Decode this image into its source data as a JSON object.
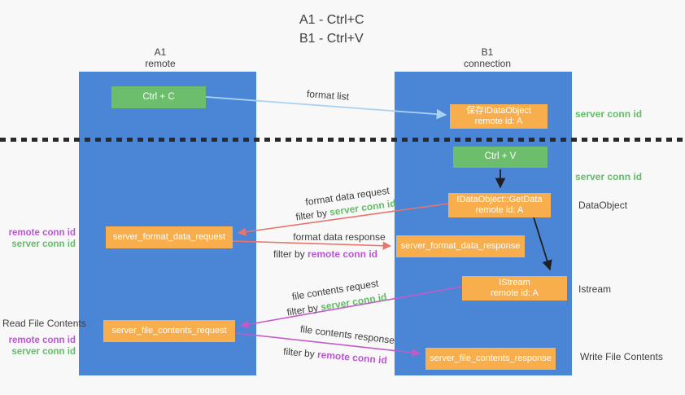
{
  "title": {
    "line1": "A1 - Ctrl+C",
    "line2": "B1 - Ctrl+V"
  },
  "lifelines": {
    "a1": {
      "name": "A1",
      "role": "remote"
    },
    "b1": {
      "name": "B1",
      "role": "connection"
    }
  },
  "boxes": {
    "ctrl_c": {
      "label": "Ctrl + C"
    },
    "save_idataobject": {
      "line1": "保存IDataObject",
      "line2": "remote id: A"
    },
    "ctrl_v": {
      "label": "Ctrl + V"
    },
    "getdata": {
      "line1": "IDataObject::GetData",
      "line2": "remote id: A"
    },
    "format_request": {
      "label": "server_format_data_request"
    },
    "format_response": {
      "label": "server_format_data_response"
    },
    "istream": {
      "line1": "IStream",
      "line2": "remote id: A"
    },
    "file_request": {
      "label": "server_file_contents_request"
    },
    "file_response": {
      "label": "server_file_contents_response"
    }
  },
  "annotations": {
    "format_list": "format list",
    "format_data_request": "format data request",
    "format_data_response": "format data response",
    "file_contents_request": "file contents request",
    "file_contents_response": "file contents response",
    "filter_by": "filter by ",
    "server_conn_id": "server conn id",
    "remote_conn_id": "remote conn id"
  },
  "side_labels": {
    "server_conn_id_1": "server conn id",
    "server_conn_id_2": "server conn id",
    "dataobject": "DataObject",
    "istream": "Istream",
    "write_file_contents": "Write File Contents",
    "read_file_contents": "Read File Contents",
    "remote_conn_id_1": "remote conn id",
    "server_conn_id_3": "server conn id",
    "remote_conn_id_2": "remote conn id",
    "server_conn_id_4": "server conn id"
  },
  "colors": {
    "column_blue": "#4a85d6",
    "box_green": "#6cbe6c",
    "box_orange": "#f9ae4d",
    "label_green": "#62bd66",
    "label_purple": "#ba55d3",
    "arrow_red": "#e8746c",
    "arrow_magenta": "#c45ac8",
    "arrow_lightblue": "#a9d3f0",
    "arrow_black": "#1f1f1f"
  }
}
